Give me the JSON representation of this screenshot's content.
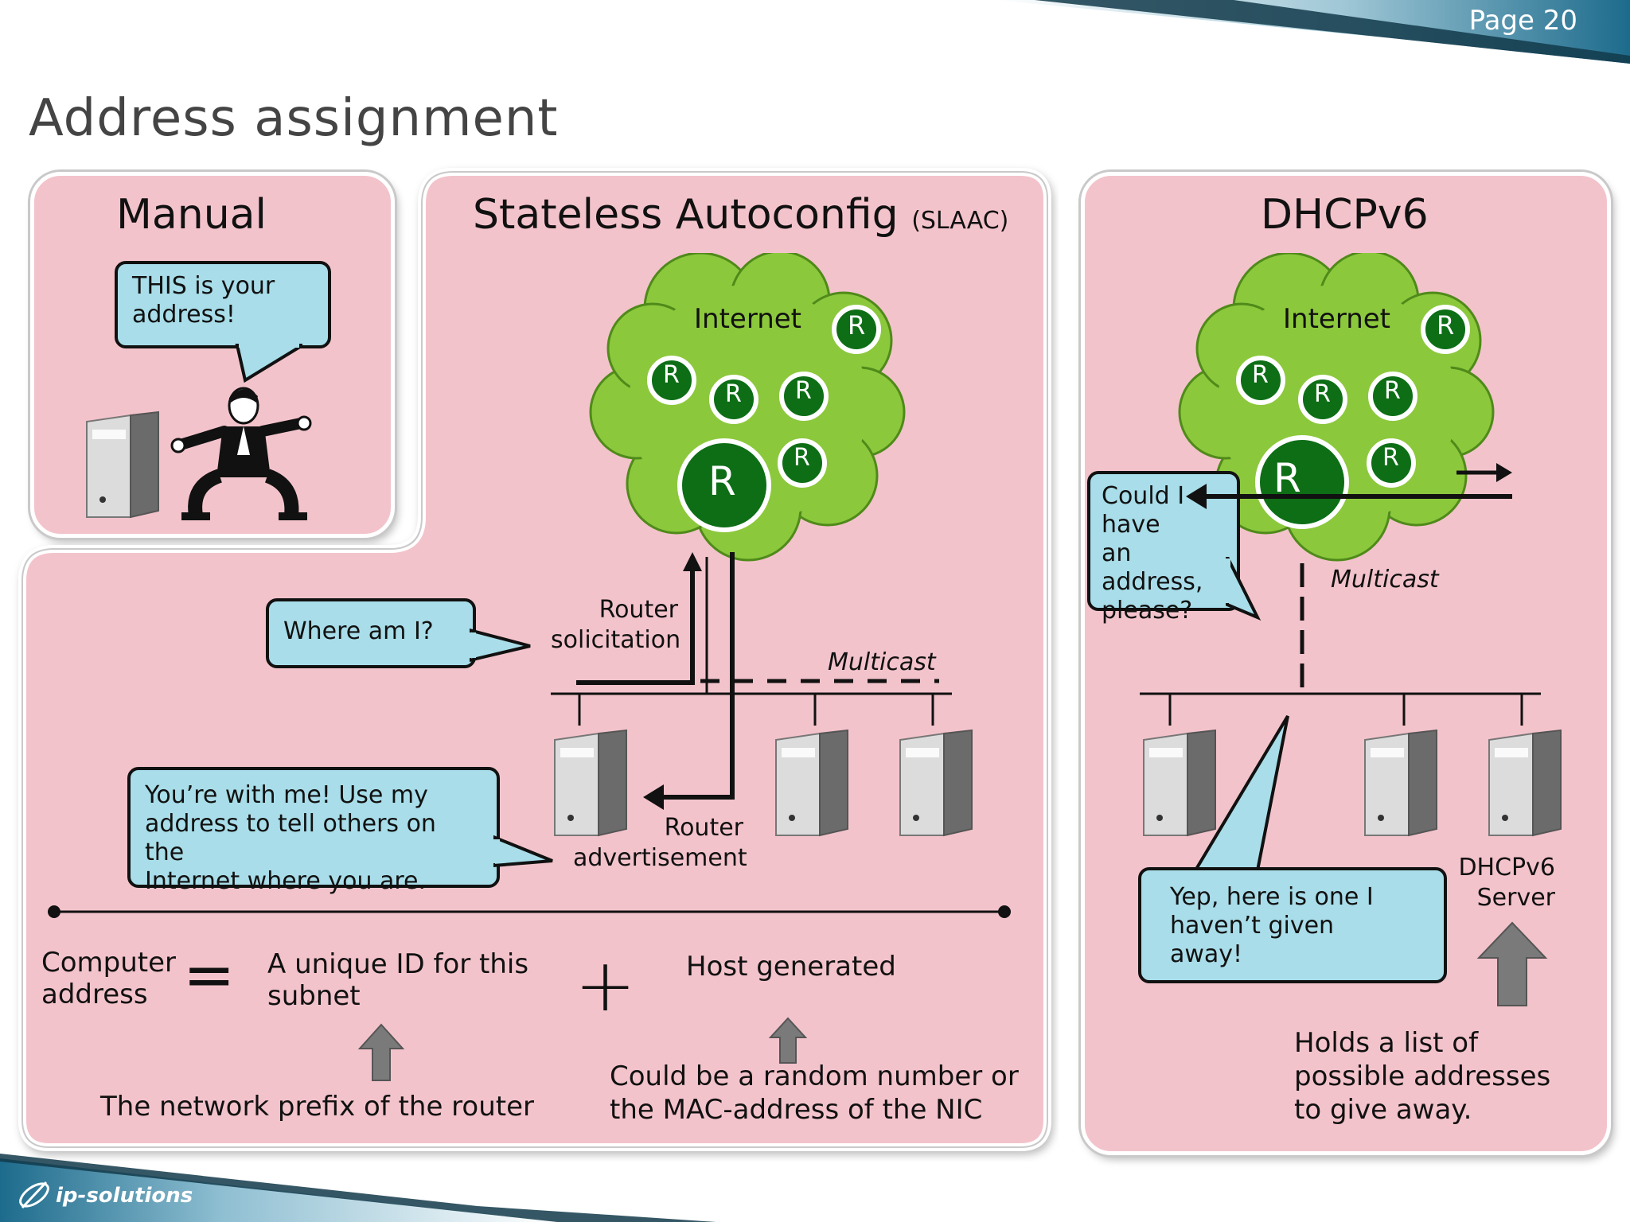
{
  "page": {
    "number_label": "Page 20",
    "title": "Address assignment",
    "logo_text": "ip-solutions"
  },
  "manual": {
    "title": "Manual",
    "bubble": "THIS is your\naddress!"
  },
  "slaac": {
    "title": "Stateless Autoconfig",
    "title_suffix": "(SLAAC)",
    "cloud_label": "Internet",
    "router_letter": "R",
    "bubble_where": "Where am I?",
    "label_solicitation": "Router\nsolicitation",
    "label_multicast": "Multicast",
    "bubble_reply": "You’re with me! Use my\naddress to tell others on the\nInternet where you are.",
    "label_advertisement": "Router\nadvertisement"
  },
  "formula": {
    "left": "Computer\naddress",
    "equals": "=",
    "middle": "A unique ID for this\nsubnet",
    "plus": "+",
    "right": "Host generated",
    "middle_note": "The network prefix of the router",
    "right_note": "Could be a random number or\nthe MAC-address of the NIC"
  },
  "dhcp": {
    "title": "DHCPv6",
    "cloud_label": "Internet",
    "router_letter": "R",
    "bubble_request": "Could I\nhave\nan address,\nplease?",
    "label_multicast": "Multicast",
    "bubble_reply": "Yep, here is one I\nhaven’t given\naway!",
    "server_label": "DHCPv6\nServer",
    "server_note": "Holds a list of\npossible addresses\nto give away."
  },
  "colors": {
    "panel": "#f3c3cb",
    "bubble": "#a8dde9",
    "cloud": "#8cc83c",
    "router": "#0d6e16",
    "header": "#1f6f8f"
  },
  "icons": [
    "server-icon",
    "router-icon",
    "cloud-icon",
    "person-icon",
    "up-arrow-icon"
  ]
}
